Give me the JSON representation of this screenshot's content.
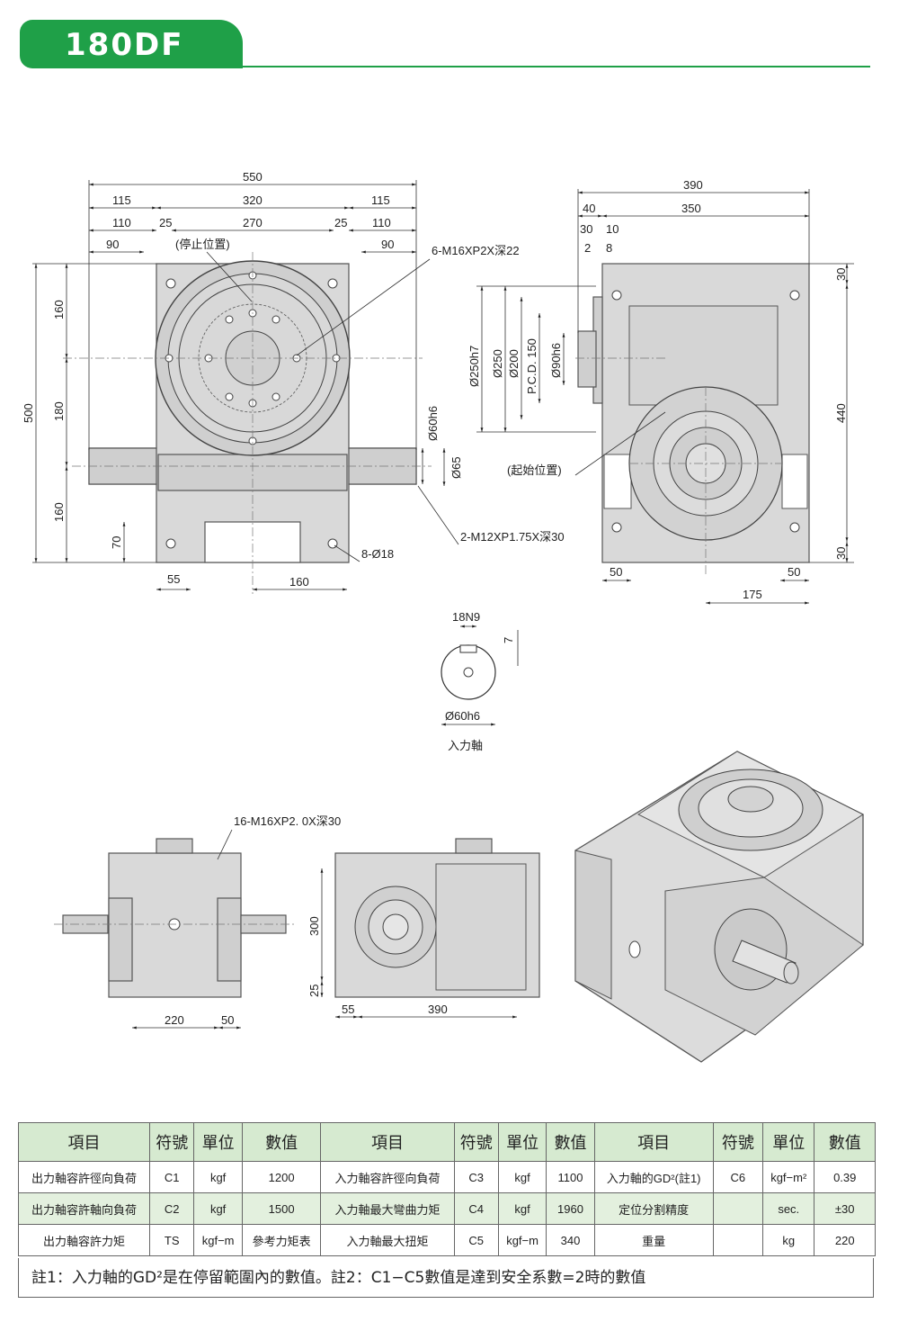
{
  "header": {
    "model": "180DF"
  },
  "front_view": {
    "dims_top": [
      "550",
      "115",
      "320",
      "115",
      "110",
      "25",
      "270",
      "25",
      "110",
      "90",
      "90"
    ],
    "stop_label": "(停止位置)",
    "thread_label": "6-M16XP2X深22",
    "dims_left": [
      "500",
      "160",
      "180",
      "160",
      "70"
    ],
    "dia_shaft": "Ø60h6",
    "dia_boss": "Ø65",
    "dims_bottom": [
      "55",
      "160"
    ],
    "hole_label": "8-Ø18",
    "tap_label": "2-M12XP1.75X深30"
  },
  "side_view": {
    "dims_top": [
      "390",
      "40",
      "350",
      "30",
      "10",
      "2",
      "8"
    ],
    "dias": [
      "Ø250h7",
      "Ø250",
      "Ø200",
      "P.C.D. 150",
      "Ø90h6"
    ],
    "start_label": "(起始位置)",
    "dims_right": [
      "30",
      "440",
      "30"
    ],
    "dims_bottom": [
      "50",
      "50",
      "175"
    ]
  },
  "shaft_detail": {
    "key": "18N9",
    "depth": "7",
    "dia": "Ø60h6",
    "caption": "入力軸"
  },
  "bottom_views": {
    "thread_label": "16-M16XP2. 0X深30",
    "dims_left": [
      "220",
      "50"
    ],
    "dims_mid": [
      "300",
      "25",
      "55",
      "390"
    ]
  },
  "table": {
    "headers": [
      "項目",
      "符號",
      "單位",
      "數值",
      "項目",
      "符號",
      "單位",
      "數值",
      "項目",
      "符號",
      "單位",
      "數值"
    ],
    "rows": [
      [
        "出力軸容許徑向負荷",
        "C1",
        "kgf",
        "1200",
        "入力軸容許徑向負荷",
        "C3",
        "kgf",
        "1100",
        "入力軸的GD²(註1)",
        "C6",
        "kgf−m²",
        "0.39"
      ],
      [
        "出力軸容許軸向負荷",
        "C2",
        "kgf",
        "1500",
        "入力軸最大彎曲力矩",
        "C4",
        "kgf",
        "1960",
        "定位分割精度",
        "",
        "sec.",
        "±30"
      ],
      [
        "出力軸容許力矩",
        "TS",
        "kgf−m",
        "參考力矩表",
        "入力軸最大扭矩",
        "C5",
        "kgf−m",
        "340",
        "重量",
        "",
        "kg",
        "220"
      ]
    ]
  },
  "note": "註1：入力軸的GD²是在停留範圍內的數值。註2：C1−C5數值是達到安全系數=2時的數值"
}
